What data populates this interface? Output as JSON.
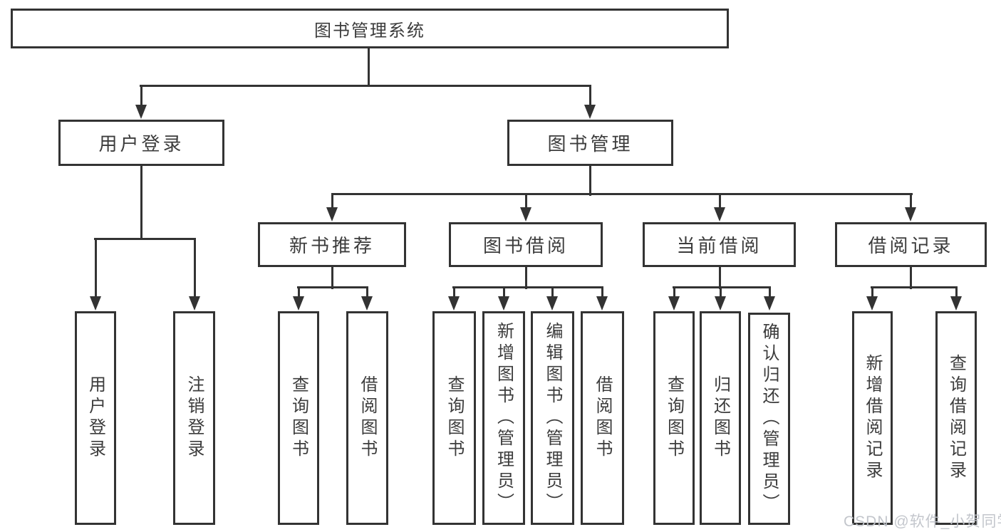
{
  "tree": {
    "label": "图书管理系统",
    "children": [
      {
        "label": "用户登录",
        "children": [
          {
            "label": "用户登录"
          },
          {
            "label": "注销登录"
          }
        ]
      },
      {
        "label": "图书管理",
        "children": [
          {
            "label": "新书推荐",
            "children": [
              {
                "label": "查询图书"
              },
              {
                "label": "借阅图书"
              }
            ]
          },
          {
            "label": "图书借阅",
            "children": [
              {
                "label": "查询图书"
              },
              {
                "label": "新增图书（管理员）"
              },
              {
                "label": "编辑图书（管理员）"
              },
              {
                "label": "借阅图书"
              }
            ]
          },
          {
            "label": "当前借阅",
            "children": [
              {
                "label": "查询图书"
              },
              {
                "label": "归还图书"
              },
              {
                "label": "确认归还（管理员）"
              }
            ]
          },
          {
            "label": "借阅记录",
            "children": [
              {
                "label": "新增借阅记录"
              },
              {
                "label": "查询借阅记录"
              }
            ]
          }
        ]
      }
    ]
  },
  "watermark": {
    "text": "CSDN @软件_小贺同学",
    "color": "#c0c4ca"
  },
  "colors": {
    "line": "#333333",
    "text": "#3c3c3c",
    "box_fill": "#ffffff"
  }
}
